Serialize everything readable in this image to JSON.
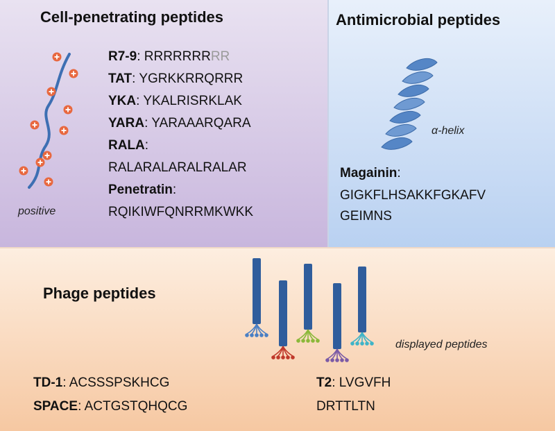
{
  "cpp": {
    "title": "Cell-penetrating peptides",
    "caption": "positive",
    "rows": [
      {
        "name": "R7-9",
        "sep": ": ",
        "seq": "RRRRRRR",
        "seq_extra": "RR"
      },
      {
        "name": "TAT",
        "sep": ": ",
        "seq": "YGRKKRRQRRR"
      },
      {
        "name": "YKA",
        "sep": ": ",
        "seq": "YKALRISRKLAK"
      },
      {
        "name": "YARA",
        "sep": ": ",
        "seq": "YARAAARQARA"
      },
      {
        "name": "RALA",
        "sep": ":",
        "seq": ""
      },
      {
        "name": "",
        "sep": "",
        "seq": "RALARALARALRALAR"
      },
      {
        "name": "Penetratin",
        "sep": ":",
        "seq": ""
      },
      {
        "name": "",
        "sep": "",
        "seq": "RQIKIWFQNRRMKWKK"
      }
    ]
  },
  "amp": {
    "title": "Antimicrobial peptides",
    "helix_label": "α-helix",
    "name": "Magainin",
    "sep": ":",
    "seq_line1": "GIGKFLHSAKKFGKAFV",
    "seq_line2": "GEIMNS"
  },
  "phage": {
    "title": "Phage peptides",
    "caption": "displayed peptides",
    "td1_name": "TD-1",
    "td1_seq": ": ACSSSPSKHCG",
    "space_name": "SPACE",
    "space_seq": ": ACTGSTQHQCG",
    "t2_name": "T2",
    "t2_seq": ": LVGVFH",
    "t2_seq_line2": "DRTTLTN"
  },
  "colors": {
    "strand": "#3d6fb3",
    "charge": "#e8683f",
    "phage_rod": "#2f5d9c",
    "tips": [
      "#4a7fc4",
      "#c0392b",
      "#8bb83a",
      "#7b5aa6",
      "#3fb4c8"
    ]
  }
}
